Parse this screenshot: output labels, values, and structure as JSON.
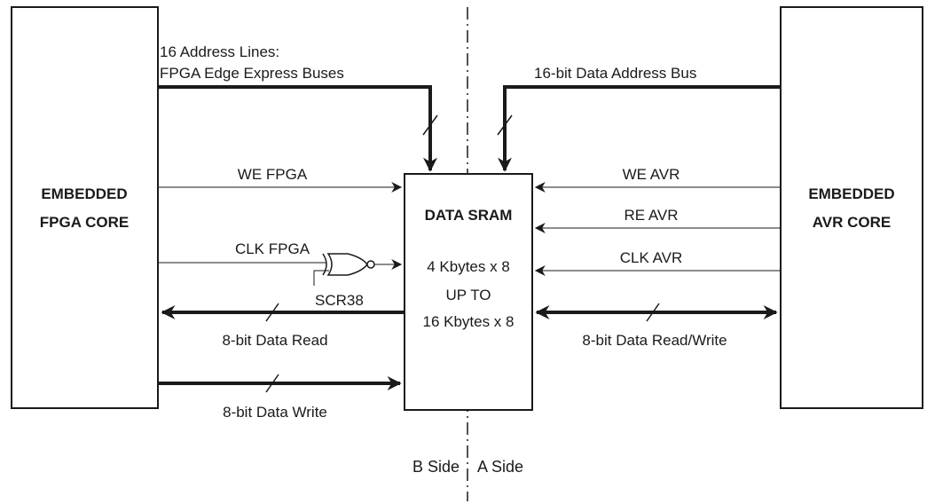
{
  "blocks": {
    "fpga_core": [
      "EMBEDDED",
      "FPGA CORE"
    ],
    "avr_core": [
      "EMBEDDED",
      "AVR CORE"
    ],
    "sram_title": "DATA SRAM",
    "sram_size": [
      "4 Kbytes x 8",
      "UP TO",
      "16 Kbytes x 8"
    ]
  },
  "signals": {
    "fpga_address": [
      "16 Address Lines:",
      "FPGA Edge Express Buses"
    ],
    "avr_address": "16-bit Data Address Bus",
    "we_fpga": "WE FPGA",
    "clk_fpga": "CLK FPGA",
    "scr38": "SCR38",
    "fpga_read": "8-bit Data Read",
    "fpga_write": "8-bit Data Write",
    "we_avr": "WE AVR",
    "re_avr": "RE AVR",
    "clk_avr": "CLK AVR",
    "avr_rw": "8-bit Data Read/Write"
  },
  "sides": {
    "left": "B Side",
    "right": "A Side"
  },
  "colors": {
    "line": "#1a1a1a",
    "background": "#ffffff"
  }
}
